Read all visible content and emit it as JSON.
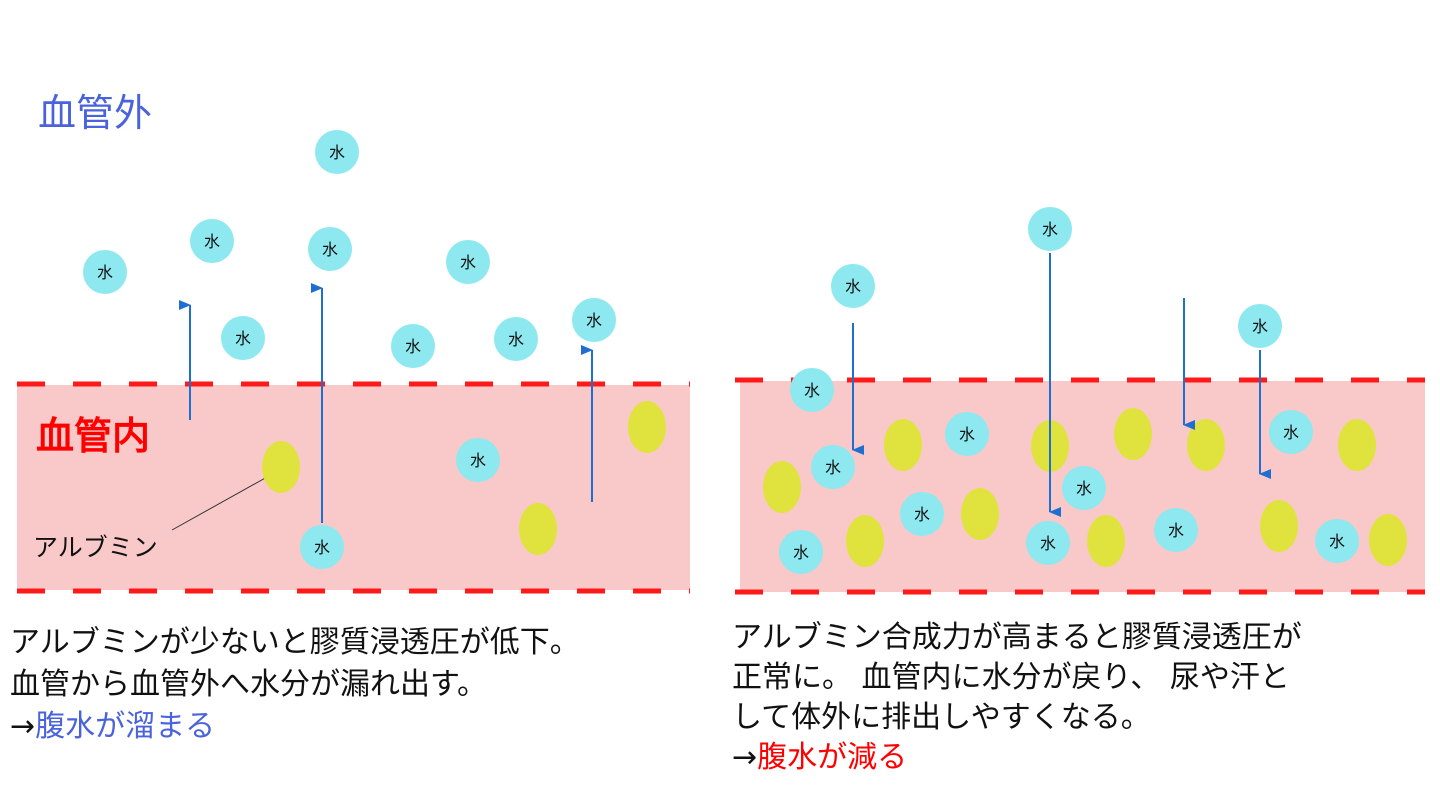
{
  "labels": {
    "outside": "血管外",
    "inside": "血管内",
    "albumin": "アルブミン",
    "water": "水"
  },
  "left_caption": {
    "line1": "アルブミンが少ないと膠質浸透圧が低下。",
    "line2": "血管から血管外へ水分が漏れ出す。",
    "arrow": "→",
    "result": "腹水が溜まる"
  },
  "right_caption": {
    "line1": "アルブミン合成力が高まると膠質浸透圧が",
    "line2": "正常に。 血管内に水分が戻り、 尿や汗と",
    "line3": "して体外に排出しやすくなる。",
    "arrow": "→",
    "result": "腹水が減る"
  },
  "colors": {
    "outside_label": "#4a63dc",
    "inside_label": "#ff0000",
    "vessel": "#f9c8c8",
    "wall": "#ff1a1a",
    "water": "#8ee8ef",
    "albumin": "#e0e33e",
    "arrow": "#1f6fd0"
  }
}
